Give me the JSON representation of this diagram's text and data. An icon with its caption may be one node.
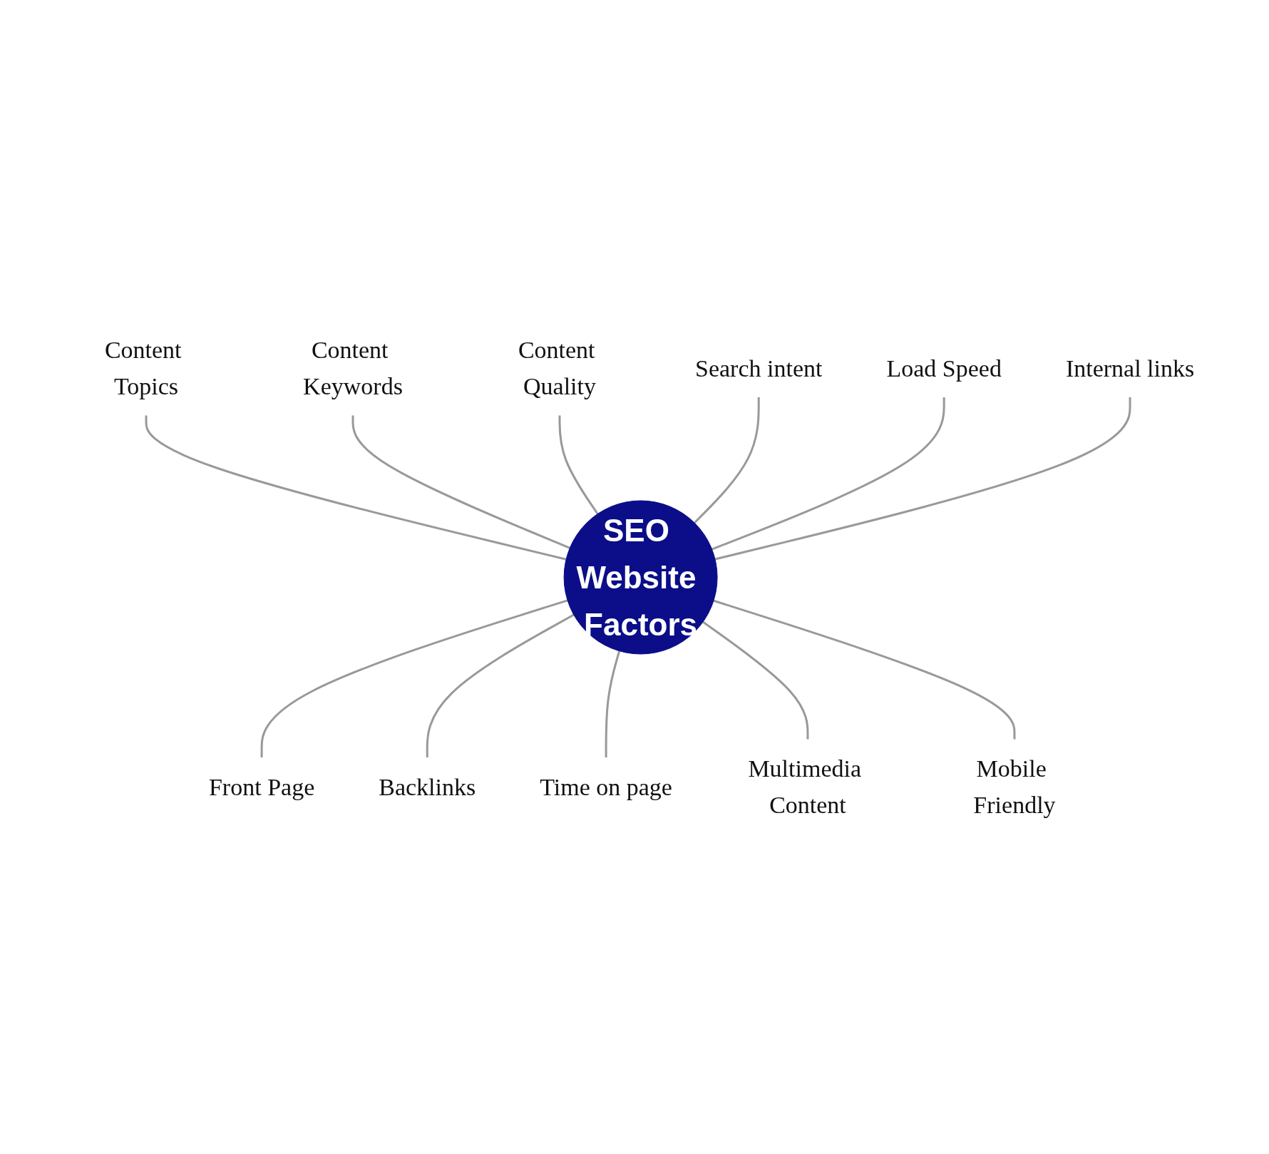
{
  "diagram": {
    "nodes": [
      {
        "text": [
          "SEO Website Factors"
        ]
      },
      {
        "text": [
          "Content Topics"
        ]
      },
      {
        "text": [
          "Content Keywords"
        ]
      },
      {
        "text": [
          "Content Quality"
        ]
      },
      {
        "text": [
          "Search intent"
        ]
      },
      {
        "text": [
          "Load Speed"
        ]
      },
      {
        "text": [
          "Internal links"
        ]
      },
      {
        "text": [
          "Front Page"
        ]
      },
      {
        "text": [
          "Backlinks"
        ]
      },
      {
        "text": [
          "Time on page"
        ]
      },
      {
        "text": [
          "Multimedia Content"
        ]
      },
      {
        "text": [
          "Mobile Friendly"
        ]
      }
    ],
    "edges": [
      {
        "from": 1,
        "to": 0,
        "arrow": "none"
      },
      {
        "from": 2,
        "to": 0,
        "arrow": "none"
      },
      {
        "from": 3,
        "to": 0,
        "arrow": "none"
      },
      {
        "from": 4,
        "to": 0,
        "arrow": "none"
      },
      {
        "from": 5,
        "to": 0,
        "arrow": "none"
      },
      {
        "from": 6,
        "to": 0,
        "arrow": "none"
      },
      {
        "from": 0,
        "to": 7,
        "arrow": "none"
      },
      {
        "from": 0,
        "to": 8,
        "arrow": "none"
      },
      {
        "from": 0,
        "to": 9,
        "arrow": "none"
      },
      {
        "from": 0,
        "to": 10,
        "arrow": "none"
      },
      {
        "from": 0,
        "to": 11,
        "arrow": "none"
      }
    ]
  }
}
